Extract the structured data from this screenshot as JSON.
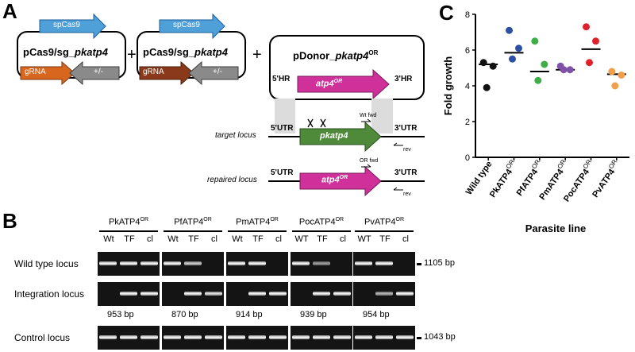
{
  "panels": {
    "a": "A",
    "b": "B",
    "c": "C"
  },
  "panelA": {
    "plasmid1": {
      "name_prefix": "pCas9/sg_",
      "name_gene": "pkatp4",
      "cas9": "spCas9",
      "grna": "gRNA",
      "marker": "+/-"
    },
    "plasmid2": {
      "name_prefix": "pCas9/sg_",
      "name_gene": "pkatp4",
      "cas9": "spCas9",
      "grna": "gRNA",
      "marker": "+/-"
    },
    "plus": "+",
    "donor": {
      "name_prefix": "pDonor_",
      "name_gene": "pkatp4",
      "name_sup": "OR",
      "hr5": "5'HR",
      "hr3": "3'HR",
      "gene": "atp4",
      "gene_sup": "OR"
    },
    "target": {
      "label": "target locus",
      "utr5": "5'UTR",
      "utr3": "3'UTR",
      "gene": "pkatp4",
      "primer_fwd": "Wt fwd",
      "primer_rev": "rev"
    },
    "repaired": {
      "label": "repaired locus",
      "utr5": "5'UTR",
      "utr3": "3'UTR",
      "gene": "atp4",
      "gene_sup": "OR",
      "primer_fwd": "OR fwd",
      "primer_rev": "rev"
    }
  },
  "panelB": {
    "groups": [
      {
        "name": "PkATP4",
        "sup": "OR",
        "lanes": [
          "Wt",
          "TF",
          "cl"
        ],
        "integration_bp": "953 bp"
      },
      {
        "name": "PfATP4",
        "sup": "OR",
        "lanes": [
          "Wt",
          "TF",
          "cl"
        ],
        "integration_bp": "870 bp"
      },
      {
        "name": "PmATP4",
        "sup": "OR",
        "lanes": [
          "Wt",
          "TF",
          "cl"
        ],
        "integration_bp": "914 bp"
      },
      {
        "name": "PocATP4",
        "sup": "OR",
        "lanes": [
          "WT",
          "TF",
          "cl"
        ],
        "integration_bp": "939 bp"
      },
      {
        "name": "PvATP4",
        "sup": "OR",
        "lanes": [
          "WT",
          "TF",
          "cl"
        ],
        "integration_bp": "954 bp"
      }
    ],
    "rows": [
      {
        "label": "Wild type locus",
        "size": "1105 bp"
      },
      {
        "label": "Integration locus",
        "size": ""
      },
      {
        "label": "Control locus",
        "size": "1043 bp"
      }
    ],
    "band_presence": {
      "wild_type": [
        [
          1,
          1,
          1
        ],
        [
          1,
          0.8,
          0
        ],
        [
          1,
          1,
          0
        ],
        [
          1,
          0.6,
          0
        ],
        [
          1,
          1,
          0
        ]
      ],
      "integration": [
        [
          0,
          1,
          1
        ],
        [
          0,
          1,
          0.9
        ],
        [
          0,
          1,
          1
        ],
        [
          0,
          1,
          1
        ],
        [
          0,
          0.7,
          1
        ]
      ],
      "control": [
        [
          1,
          1,
          1
        ],
        [
          1,
          1,
          1
        ],
        [
          1,
          1,
          1
        ],
        [
          1,
          1,
          1
        ],
        [
          1,
          1,
          1
        ]
      ]
    }
  },
  "chart_data": {
    "type": "scatter",
    "ylabel": "Fold growth",
    "xlabel": "Parasite line",
    "ylim": [
      0,
      8
    ],
    "yticks": [
      0,
      2,
      4,
      6,
      8
    ],
    "categories": [
      {
        "name": "Wild type",
        "sup": ""
      },
      {
        "name": "PkATP4",
        "sup": "OR"
      },
      {
        "name": "PfATP4",
        "sup": "OR"
      },
      {
        "name": "PmATP4",
        "sup": "OR"
      },
      {
        "name": "PocATP4",
        "sup": "OR"
      },
      {
        "name": "PvATP4",
        "sup": "OR"
      }
    ],
    "colors": [
      "#111111",
      "#2b4fa2",
      "#3fae49",
      "#7d52a8",
      "#e0202a",
      "#f0a04b"
    ],
    "points": [
      [
        5.3,
        5.1,
        3.9
      ],
      [
        7.1,
        6.1,
        5.5
      ],
      [
        6.5,
        5.2,
        4.3
      ],
      [
        5.1,
        4.9,
        4.9
      ],
      [
        7.3,
        6.5,
        5.3
      ],
      [
        4.8,
        4.6,
        4.0
      ]
    ],
    "means": [
      5.2,
      5.85,
      4.8,
      4.9,
      6.05,
      4.65
    ]
  }
}
